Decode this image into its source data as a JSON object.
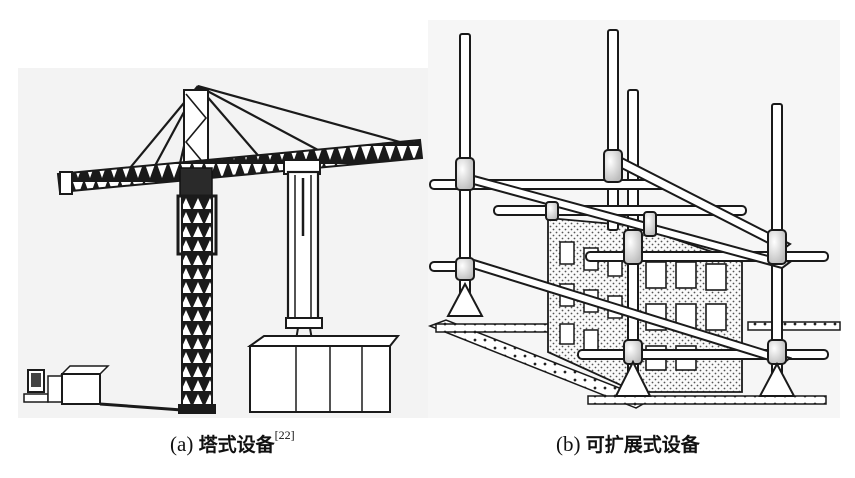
{
  "captions": {
    "a_prefix": "(a) ",
    "a_text": "塔式设备",
    "a_ref": "[22]",
    "b_prefix": "(b) ",
    "b_text": "可扩展式设备"
  },
  "colors": {
    "ink": "#1a1a1a",
    "background": "#ffffff",
    "panel": "#f4f4f4"
  }
}
